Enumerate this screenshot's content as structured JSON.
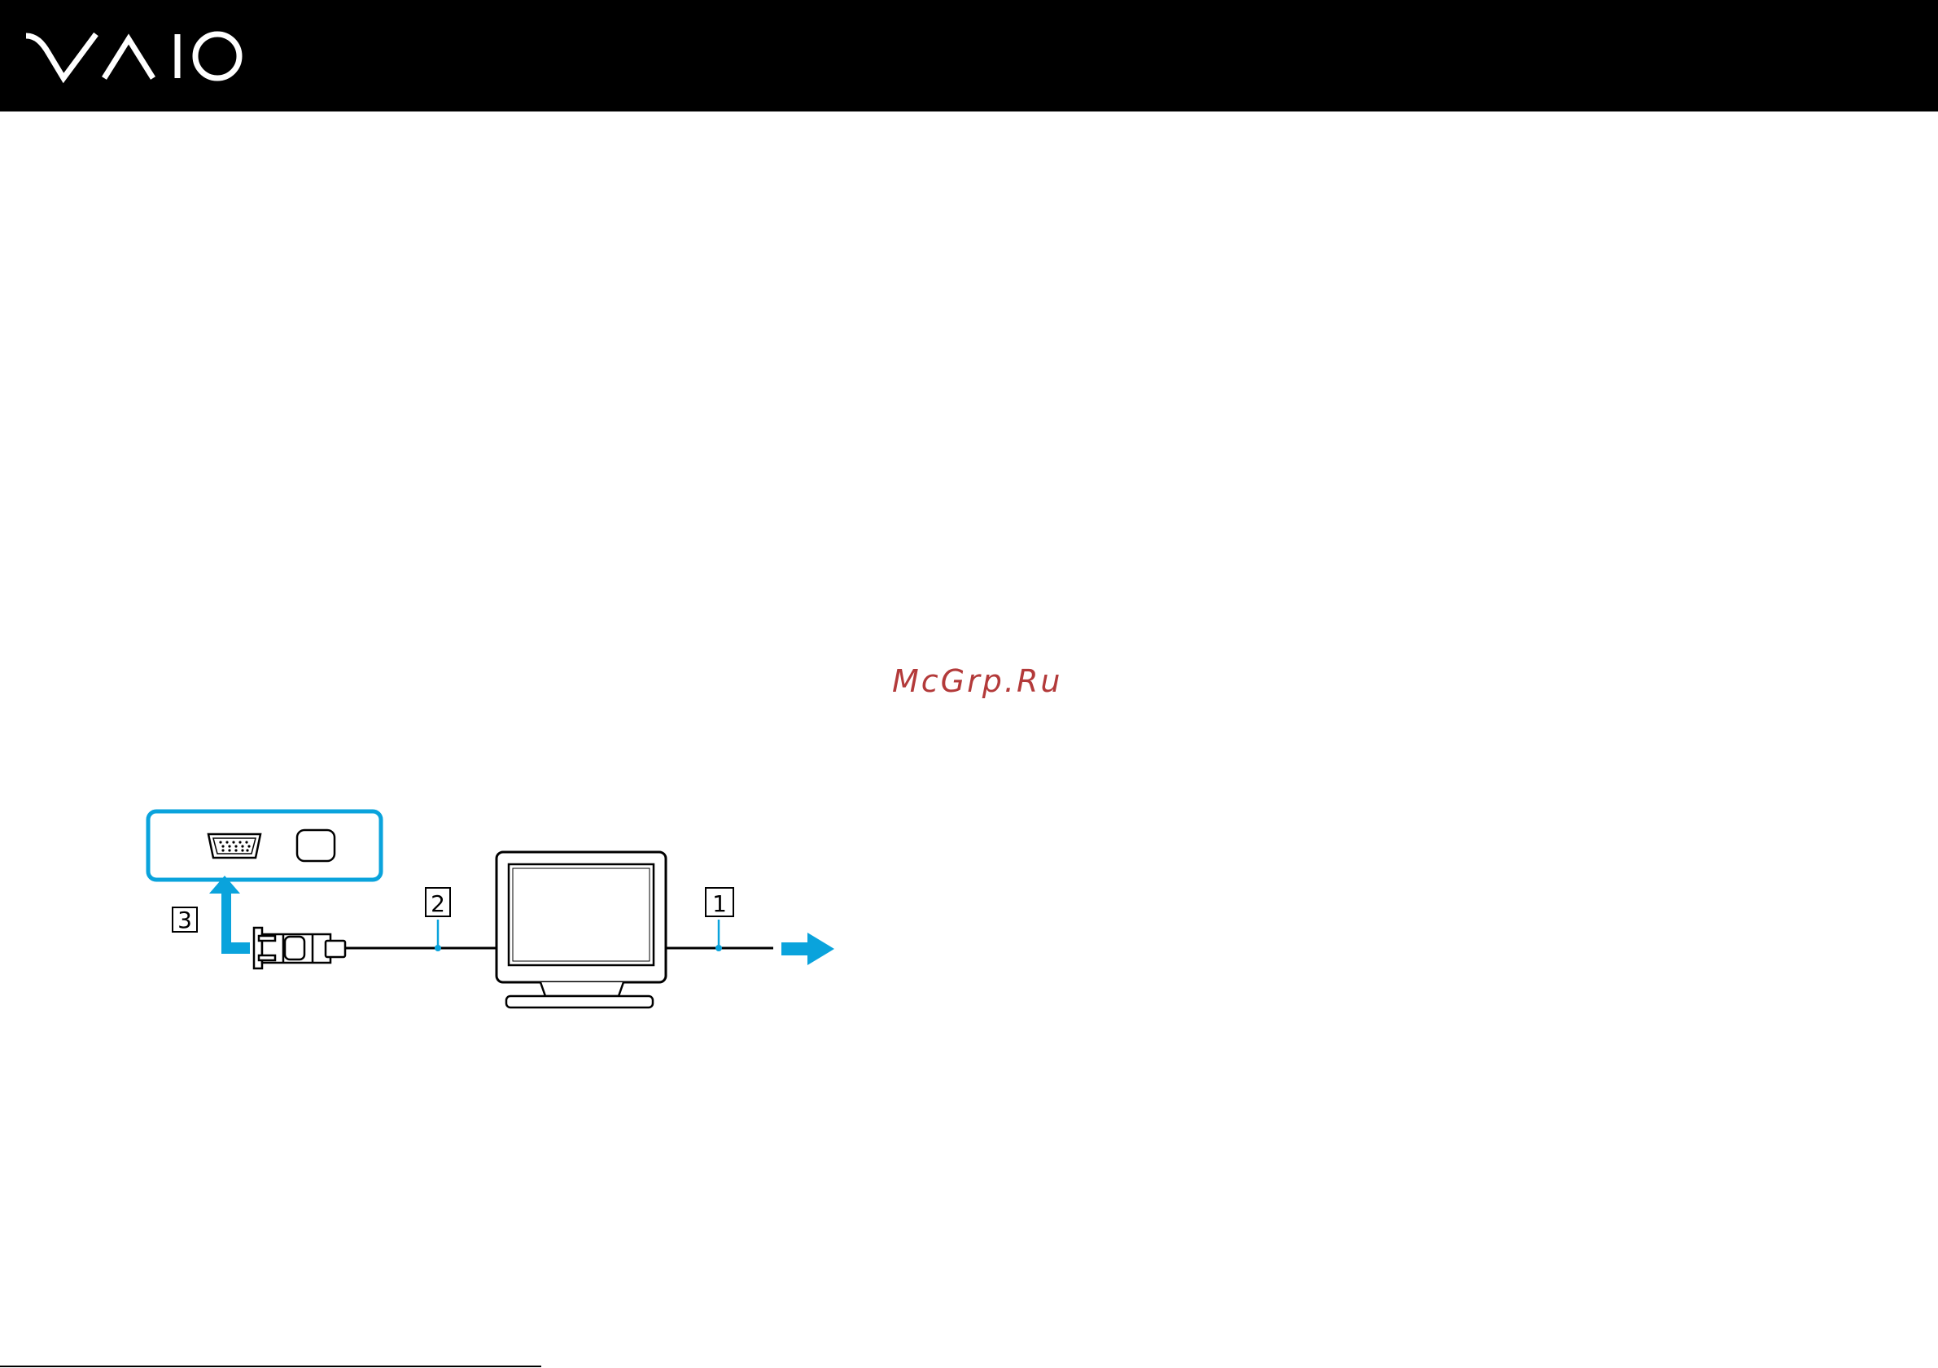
{
  "header": {
    "logo_icon": "vaio-logo",
    "background_color": "#000000"
  },
  "watermark": {
    "text": "McGrp.Ru",
    "color": "#b33a3a"
  },
  "diagram": {
    "callouts": [
      {
        "number": "3",
        "target": "monitor-port-on-computer"
      },
      {
        "number": "2",
        "target": "display-cable"
      },
      {
        "number": "1",
        "target": "power-cord"
      }
    ],
    "accent_color": "#0aa3dc",
    "icons": [
      "computer-port-panel-icon",
      "vga-port-icon",
      "monitor-icon",
      "vga-connector-icon",
      "arrow-up-icon",
      "arrow-right-icon"
    ]
  }
}
